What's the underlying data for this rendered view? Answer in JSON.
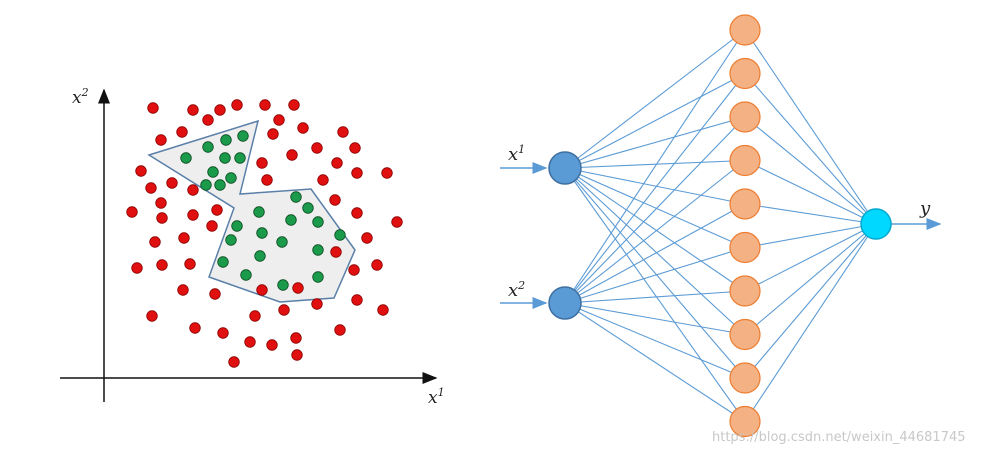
{
  "scatter": {
    "x_label_base": "x",
    "x_label_sup": "1",
    "y_label_base": "x",
    "y_label_sup": "2",
    "inside_color": "#1a9a4a",
    "outside_color": "#e01010",
    "region_fill": "#eeeeee",
    "region_stroke": "#5a7fa8"
  },
  "network": {
    "input1_base": "x",
    "input1_sup": "1",
    "input2_base": "x",
    "input2_sup": "2",
    "output_label": "y",
    "hidden_count": 10,
    "input_color": "#5b9bd5",
    "hidden_color": "#f4b183",
    "hidden_stroke": "#ed7d31",
    "output_color": "#00d8ff",
    "edge_color": "#5b9bd5"
  },
  "watermark": "https://blog.csdn.net/weixin_44681745"
}
